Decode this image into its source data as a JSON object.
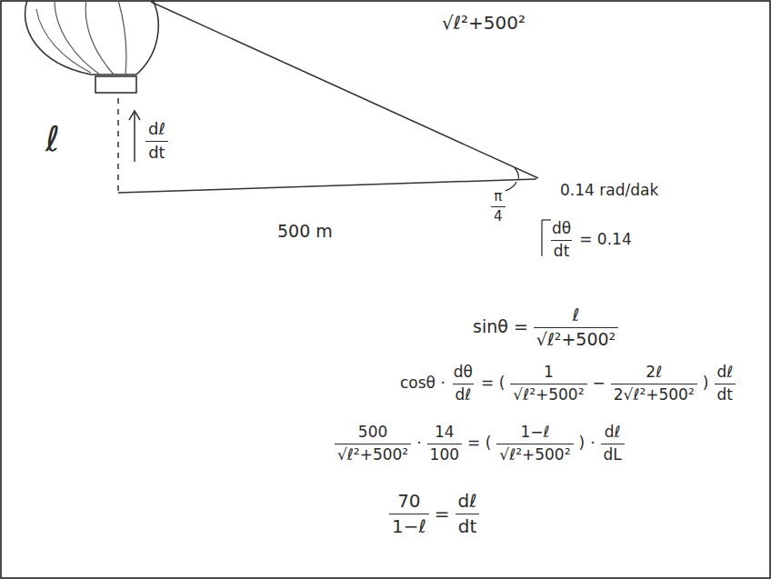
{
  "diagram": {
    "labels": [
      "√ℓ²+500²",
      "ℓ",
      "dℓ",
      "dt",
      "π",
      "4",
      "500 m",
      "0.14 rad/dak",
      "dθ",
      "dt",
      "= 0.14",
      "sinθ =",
      "ℓ",
      "√ℓ²+500²",
      "cosθ ·",
      "dθ",
      "dℓ",
      "= (",
      "1",
      "√ℓ²+500²",
      "−",
      "2ℓ",
      "2√ℓ²+500²",
      ")",
      "dℓ",
      "dt",
      "500",
      "√ℓ²+500²",
      "·",
      "14",
      "100",
      "= (",
      "1−ℓ",
      "√ℓ²+500²",
      ")",
      "·",
      "dℓ",
      "dL",
      "70",
      "1−ℓ",
      "=",
      "dℓ",
      "dt"
    ]
  }
}
